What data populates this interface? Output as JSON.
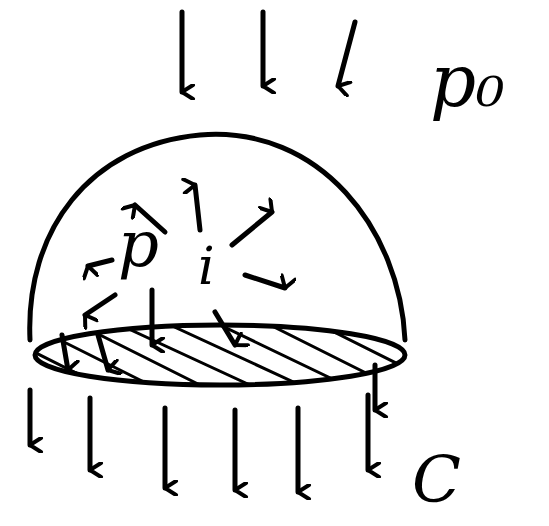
{
  "diagram": {
    "labels": [
      "p₀",
      "p",
      "i",
      "C"
    ]
  }
}
